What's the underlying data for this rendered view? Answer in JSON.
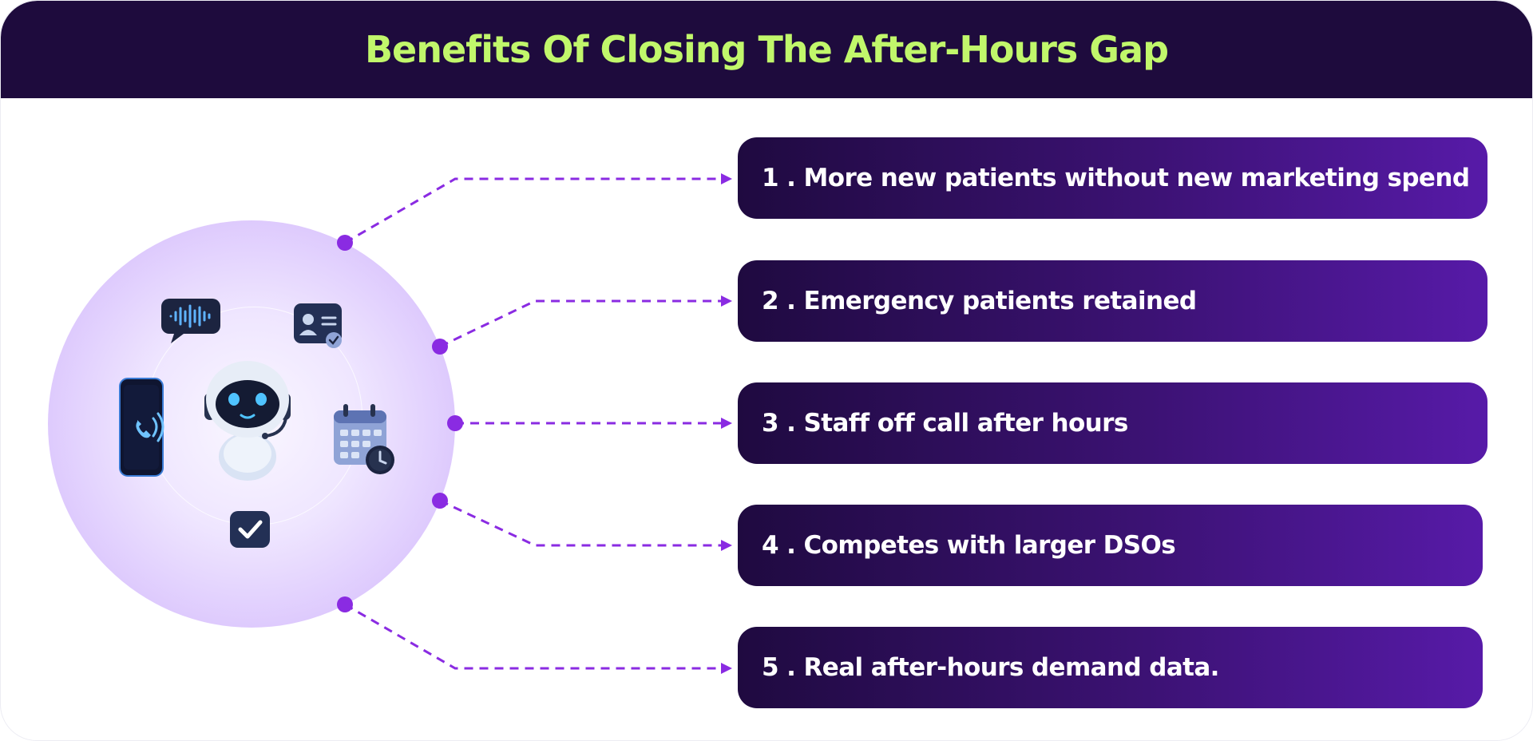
{
  "title": "Benefits Of Closing The After-Hours Gap",
  "colors": {
    "header_bg": "#1e0b3d",
    "title_text": "#c1f76b",
    "connector": "#8a2be2",
    "box_gradient_start": "#1f0a40",
    "box_gradient_end": "#571aa8",
    "circle_fill": "#ddc9fd"
  },
  "illustration": {
    "icons": [
      "robot-assistant-icon",
      "voice-message-icon",
      "contact-card-icon",
      "smartphone-call-icon",
      "calendar-icon",
      "checkmark-icon"
    ]
  },
  "benefits": [
    {
      "label": "1 . More new patients without new marketing spend"
    },
    {
      "label": "2 . Emergency patients retained"
    },
    {
      "label": "3 . Staff off call after hours"
    },
    {
      "label": "4 . Competes with larger DSOs"
    },
    {
      "label": "5 . Real after-hours demand data."
    }
  ]
}
